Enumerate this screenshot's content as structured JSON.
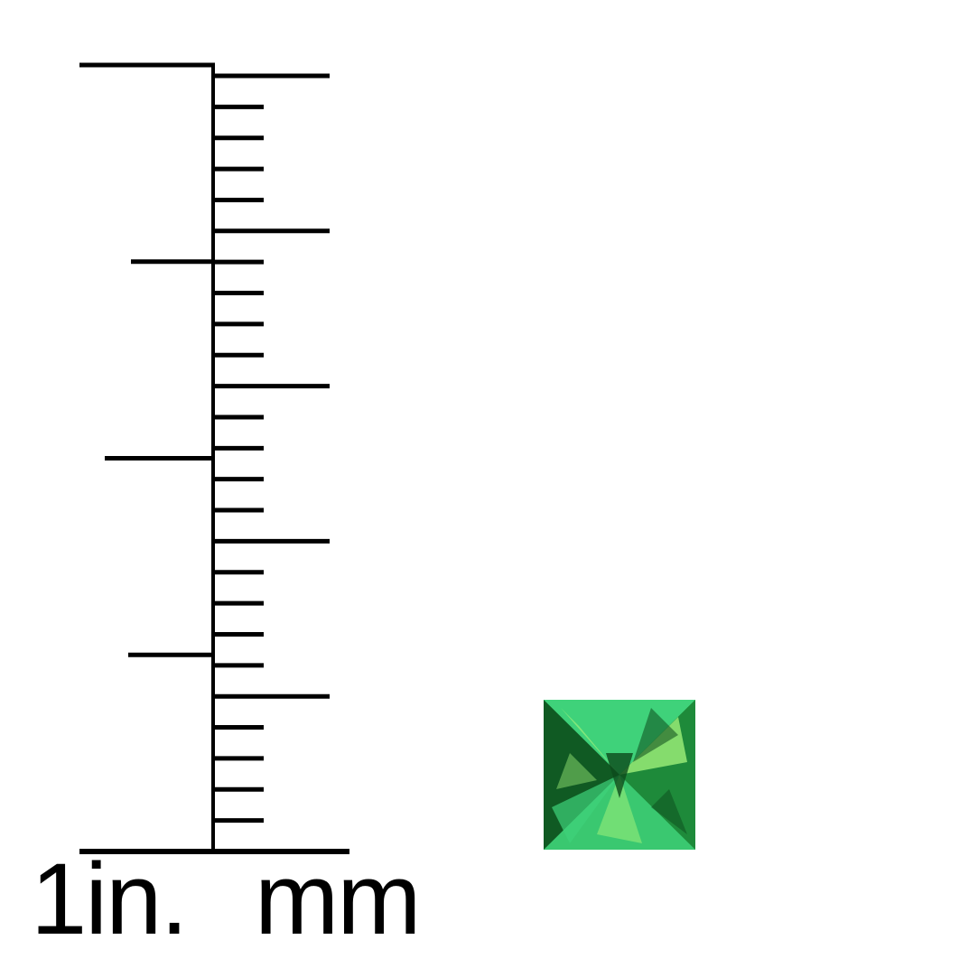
{
  "scale": {
    "inch_label": "1in.",
    "mm_label": "mm",
    "line_color": "#000000",
    "mm_ticks": 25,
    "major_every": 5,
    "inch_subdivisions": 4
  },
  "gem": {
    "icon": "princess-cut-green-gemstone",
    "colors": {
      "dark": "#0c4a1c",
      "mid": "#1e8a3a",
      "light": "#3fd27a",
      "highlight": "#9ff07a"
    }
  }
}
